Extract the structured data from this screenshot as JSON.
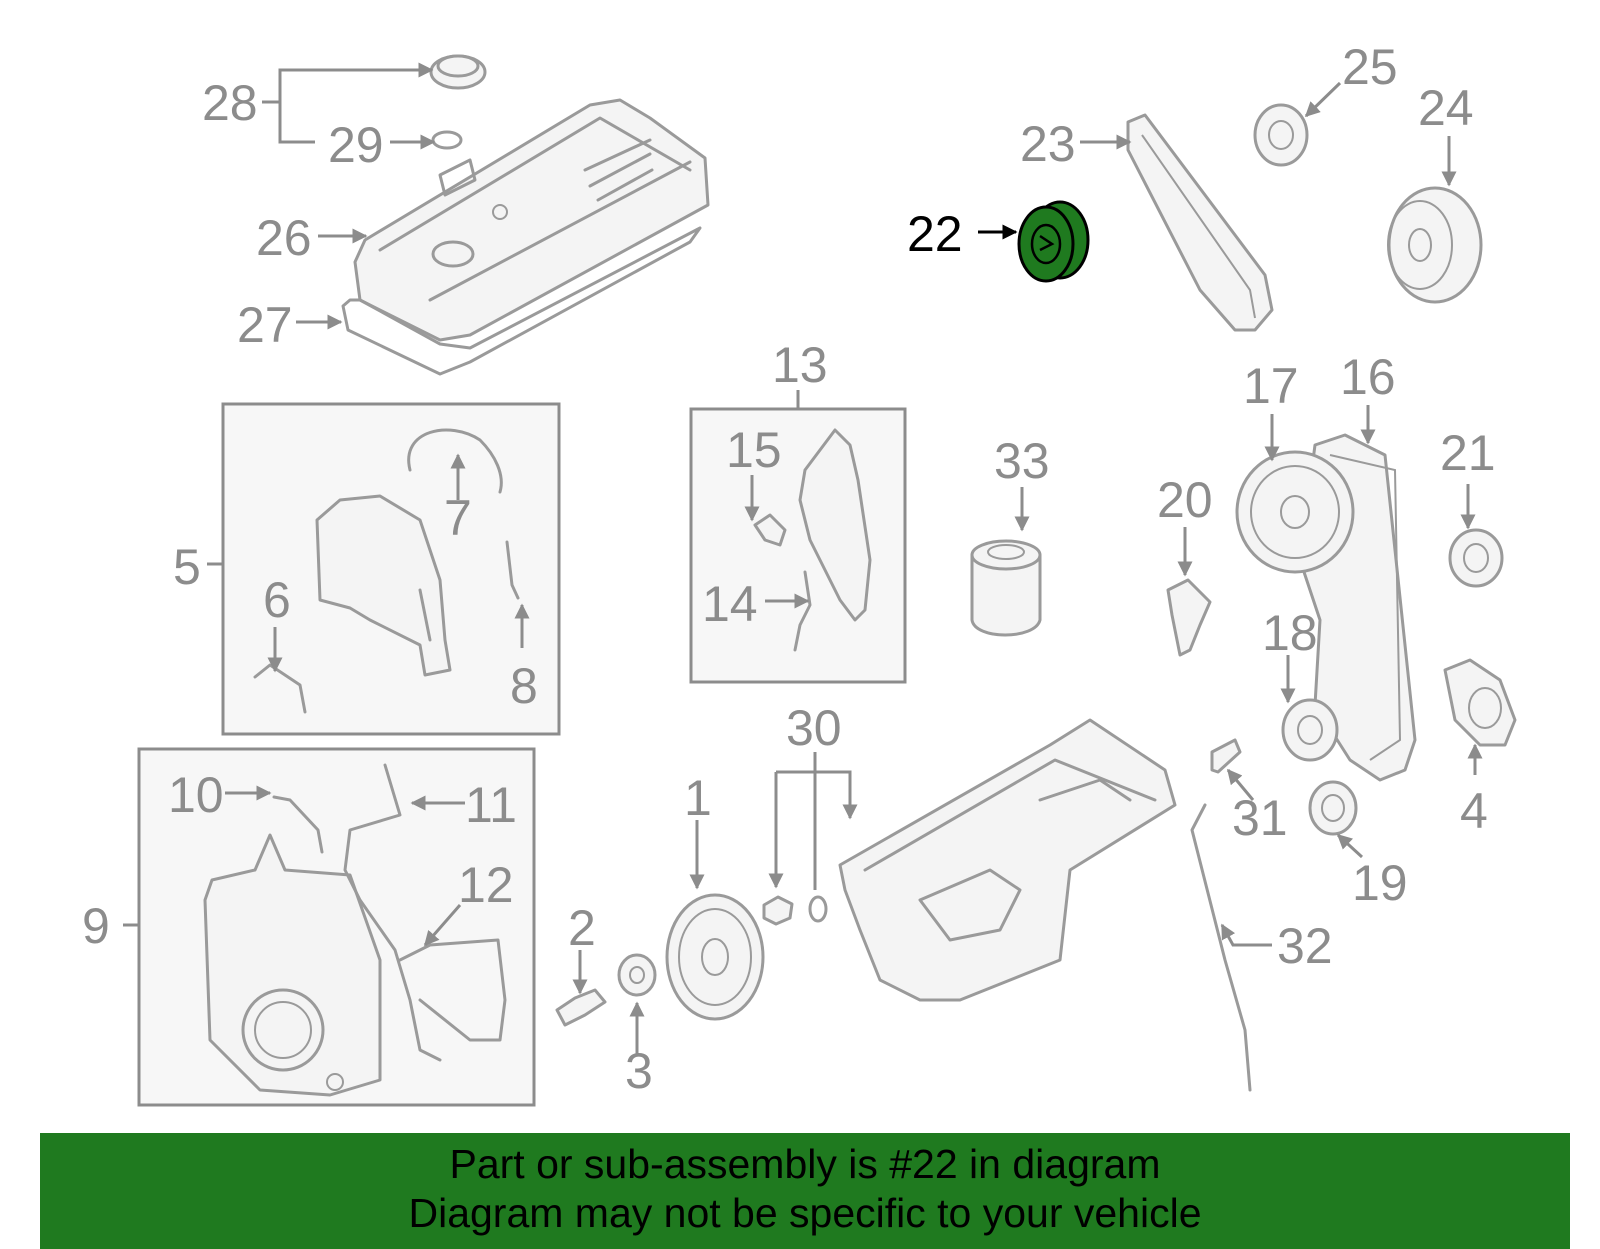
{
  "highlight": {
    "part": "22",
    "color": "#1f7a1f"
  },
  "callouts": {
    "c1": "1",
    "c2": "2",
    "c3": "3",
    "c4": "4",
    "c5": "5",
    "c6": "6",
    "c7": "7",
    "c8": "8",
    "c9": "9",
    "c10": "10",
    "c11": "11",
    "c12": "12",
    "c13": "13",
    "c14": "14",
    "c15": "15",
    "c16": "16",
    "c17": "17",
    "c18": "18",
    "c19": "19",
    "c20": "20",
    "c21": "21",
    "c22": "22",
    "c23": "23",
    "c24": "24",
    "c25": "25",
    "c26": "26",
    "c27": "27",
    "c28": "28",
    "c29": "29",
    "c30": "30",
    "c31": "31",
    "c32": "32",
    "c33": "33"
  },
  "banner": {
    "line1": "Part or sub-assembly is #22 in diagram",
    "line2": "Diagram may not be specific to your vehicle"
  }
}
